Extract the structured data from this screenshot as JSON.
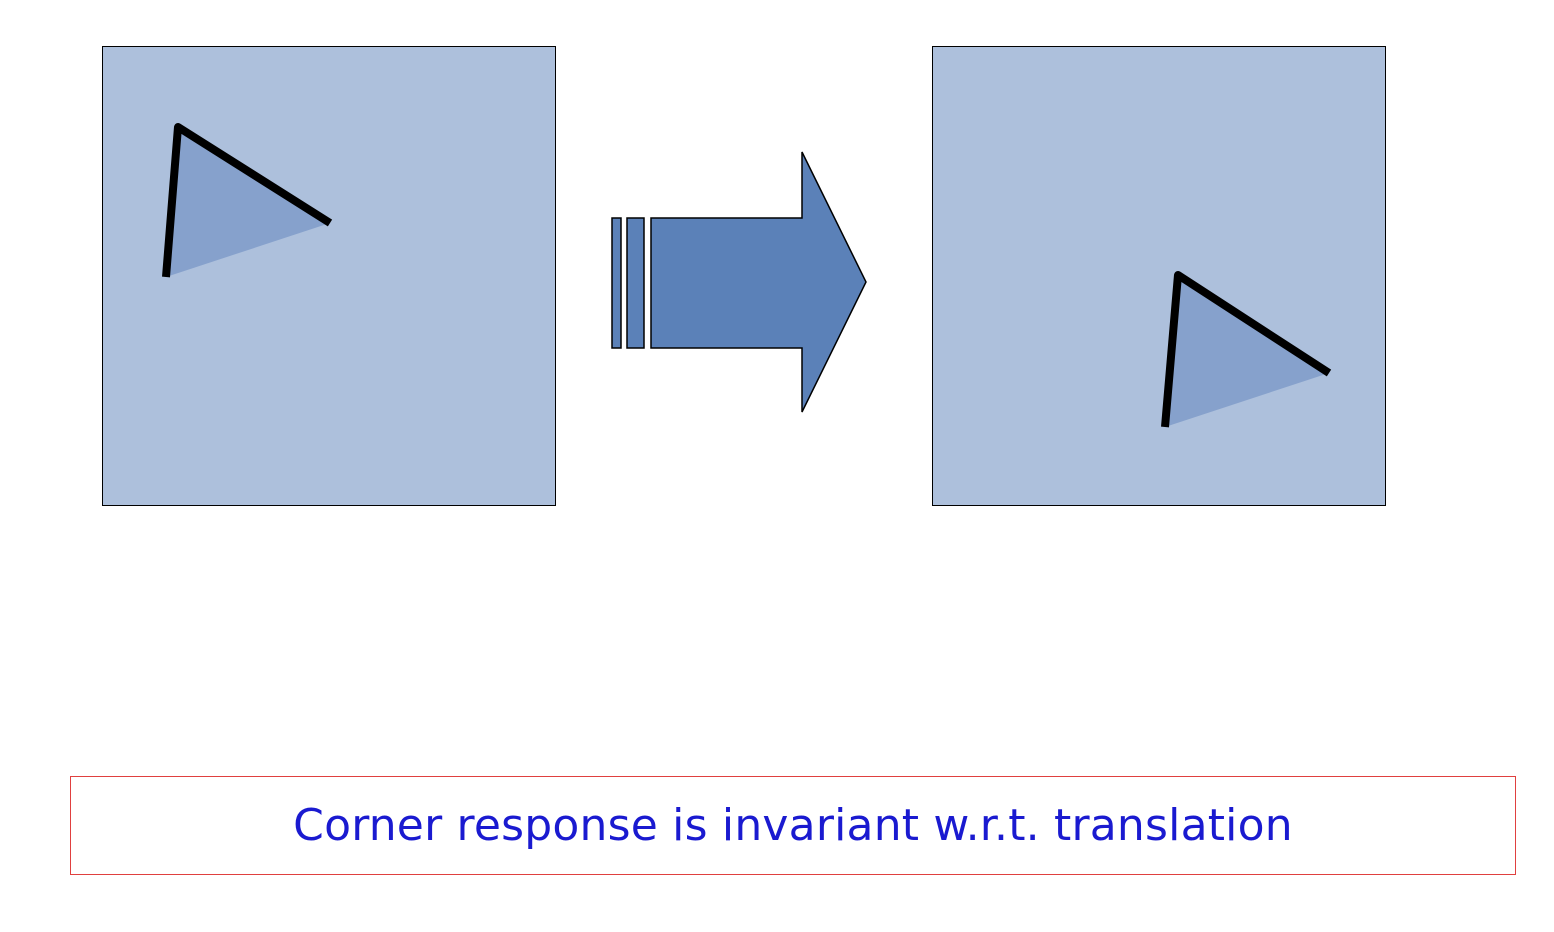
{
  "diagram": {
    "caption": "Corner response is invariant w.r.t. translation",
    "colors": {
      "panel_fill": "#adc0dc",
      "shape_fill": "#86a1cc",
      "arrow_fill": "#5b81b8",
      "corner_stroke": "#000000",
      "caption_text": "#1a1ad0",
      "caption_border": "#e0403f"
    },
    "panels": [
      {
        "name": "original-image"
      },
      {
        "name": "translated-image"
      }
    ],
    "arrow": {
      "meaning": "translation"
    }
  }
}
